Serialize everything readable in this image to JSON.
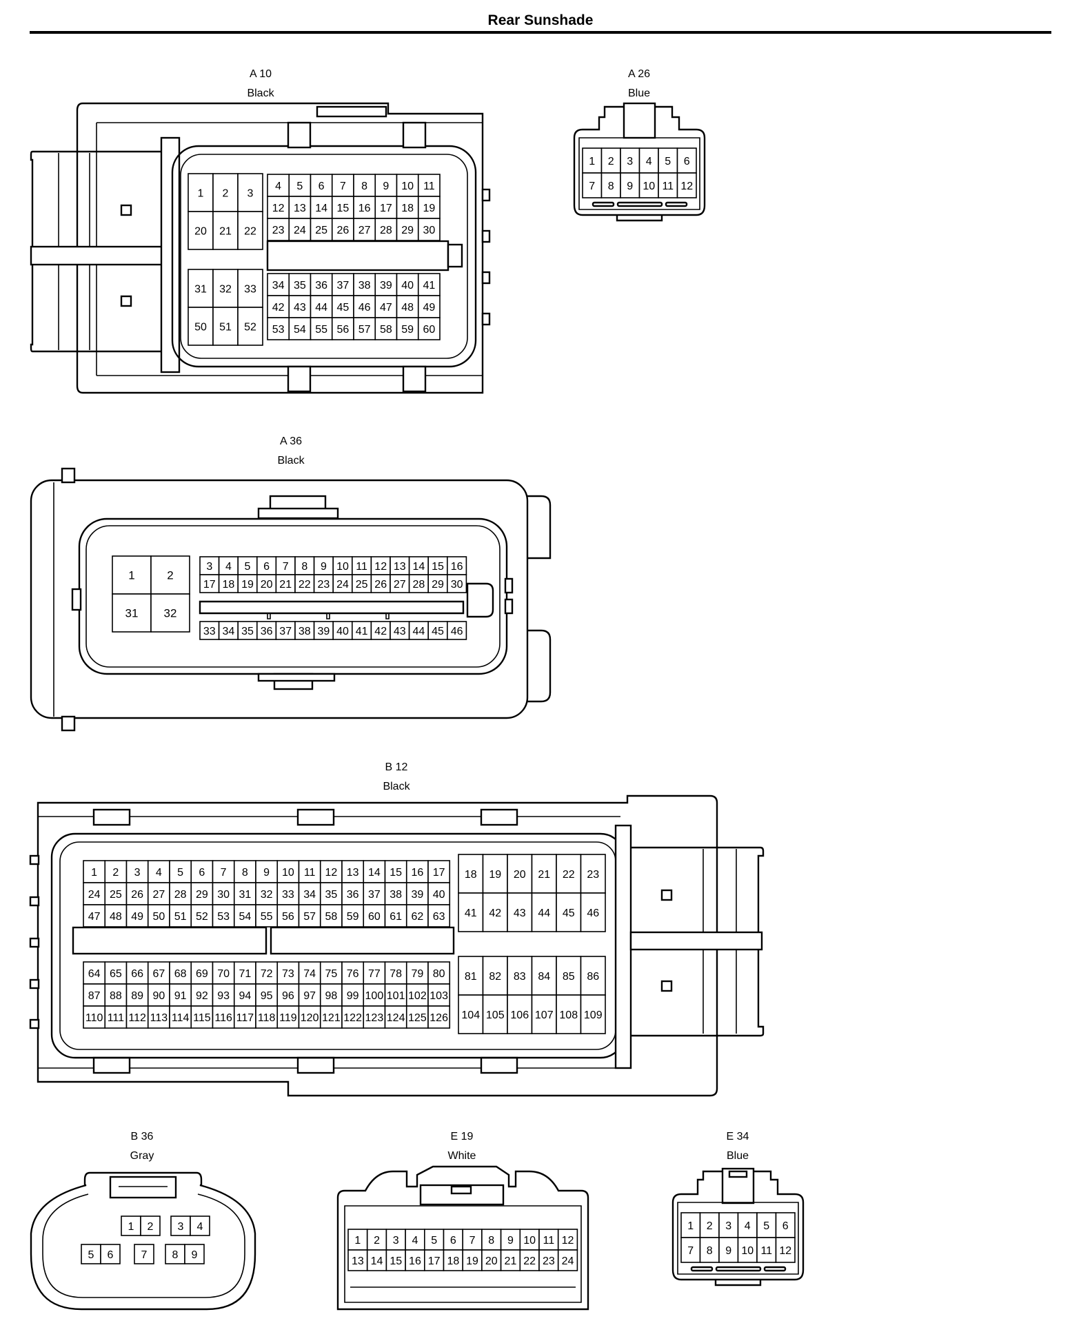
{
  "title": "Rear Sunshade",
  "connectors": [
    {
      "id": "A 10",
      "color": "Black",
      "pins": [
        [
          [
            "1",
            "2",
            "3"
          ],
          [
            "20",
            "21",
            "22"
          ]
        ],
        [
          [
            "4",
            "5",
            "6",
            "7",
            "8",
            "9",
            "10",
            "11"
          ],
          [
            "12",
            "13",
            "14",
            "15",
            "16",
            "17",
            "18",
            "19"
          ],
          [
            "23",
            "24",
            "25",
            "26",
            "27",
            "28",
            "29",
            "30"
          ]
        ],
        [
          [
            "31",
            "32",
            "33"
          ],
          [
            "50",
            "51",
            "52"
          ]
        ],
        [
          [
            "34",
            "35",
            "36",
            "37",
            "38",
            "39",
            "40",
            "41"
          ],
          [
            "42",
            "43",
            "44",
            "45",
            "46",
            "47",
            "48",
            "49"
          ],
          [
            "53",
            "54",
            "55",
            "56",
            "57",
            "58",
            "59",
            "60"
          ]
        ]
      ]
    },
    {
      "id": "A 26",
      "color": "Blue",
      "pins": [
        [
          [
            "1",
            "2",
            "3",
            "4",
            "5",
            "6"
          ],
          [
            "7",
            "8",
            "9",
            "10",
            "11",
            "12"
          ]
        ]
      ]
    },
    {
      "id": "A 36",
      "color": "Black",
      "pins": [
        [
          [
            "1",
            "2"
          ],
          [
            "31",
            "32"
          ]
        ],
        [
          [
            "3",
            "4",
            "5",
            "6",
            "7",
            "8",
            "9",
            "10",
            "11",
            "12",
            "13",
            "14",
            "15",
            "16"
          ],
          [
            "17",
            "18",
            "19",
            "20",
            "21",
            "22",
            "23",
            "24",
            "25",
            "26",
            "27",
            "28",
            "29",
            "30"
          ]
        ],
        [
          [
            "33",
            "34",
            "35",
            "36",
            "37",
            "38",
            "39",
            "40",
            "41",
            "42",
            "43",
            "44",
            "45",
            "46"
          ]
        ]
      ]
    },
    {
      "id": "B 12",
      "color": "Black",
      "pins": [
        [
          [
            "1",
            "2",
            "3",
            "4",
            "5",
            "6",
            "7",
            "8",
            "9",
            "10",
            "11",
            "12",
            "13",
            "14",
            "15",
            "16",
            "17"
          ],
          [
            "24",
            "25",
            "26",
            "27",
            "28",
            "29",
            "30",
            "31",
            "32",
            "33",
            "34",
            "35",
            "36",
            "37",
            "38",
            "39",
            "40"
          ],
          [
            "47",
            "48",
            "49",
            "50",
            "51",
            "52",
            "53",
            "54",
            "55",
            "56",
            "57",
            "58",
            "59",
            "60",
            "61",
            "62",
            "63"
          ]
        ],
        [
          [
            "18",
            "19",
            "20",
            "21",
            "22",
            "23"
          ],
          [
            "41",
            "42",
            "43",
            "44",
            "45",
            "46"
          ]
        ],
        [
          [
            "64",
            "65",
            "66",
            "67",
            "68",
            "69",
            "70",
            "71",
            "72",
            "73",
            "74",
            "75",
            "76",
            "77",
            "78",
            "79",
            "80"
          ],
          [
            "87",
            "88",
            "89",
            "90",
            "91",
            "92",
            "93",
            "94",
            "95",
            "96",
            "97",
            "98",
            "99",
            "100",
            "101",
            "102",
            "103"
          ],
          [
            "110",
            "111",
            "112",
            "113",
            "114",
            "115",
            "116",
            "117",
            "118",
            "119",
            "120",
            "121",
            "122",
            "123",
            "124",
            "125",
            "126"
          ]
        ],
        [
          [
            "81",
            "82",
            "83",
            "84",
            "85",
            "86"
          ],
          [
            "104",
            "105",
            "106",
            "107",
            "108",
            "109"
          ]
        ]
      ]
    },
    {
      "id": "B 36",
      "color": "Gray",
      "pins": [
        [
          [
            "1",
            "2"
          ]
        ],
        [
          [
            "3",
            "4"
          ]
        ],
        [
          [
            "5",
            "6"
          ]
        ],
        [
          [
            "7"
          ]
        ],
        [
          [
            "8",
            "9"
          ]
        ]
      ]
    },
    {
      "id": "E 19",
      "color": "White",
      "pins": [
        [
          [
            "1",
            "2",
            "3",
            "4",
            "5",
            "6",
            "7",
            "8",
            "9",
            "10",
            "11",
            "12"
          ],
          [
            "13",
            "14",
            "15",
            "16",
            "17",
            "18",
            "19",
            "20",
            "21",
            "22",
            "23",
            "24"
          ]
        ]
      ]
    },
    {
      "id": "E 34",
      "color": "Blue",
      "pins": [
        [
          [
            "1",
            "2",
            "3",
            "4",
            "5",
            "6"
          ],
          [
            "7",
            "8",
            "9",
            "10",
            "11",
            "12"
          ]
        ]
      ]
    }
  ]
}
